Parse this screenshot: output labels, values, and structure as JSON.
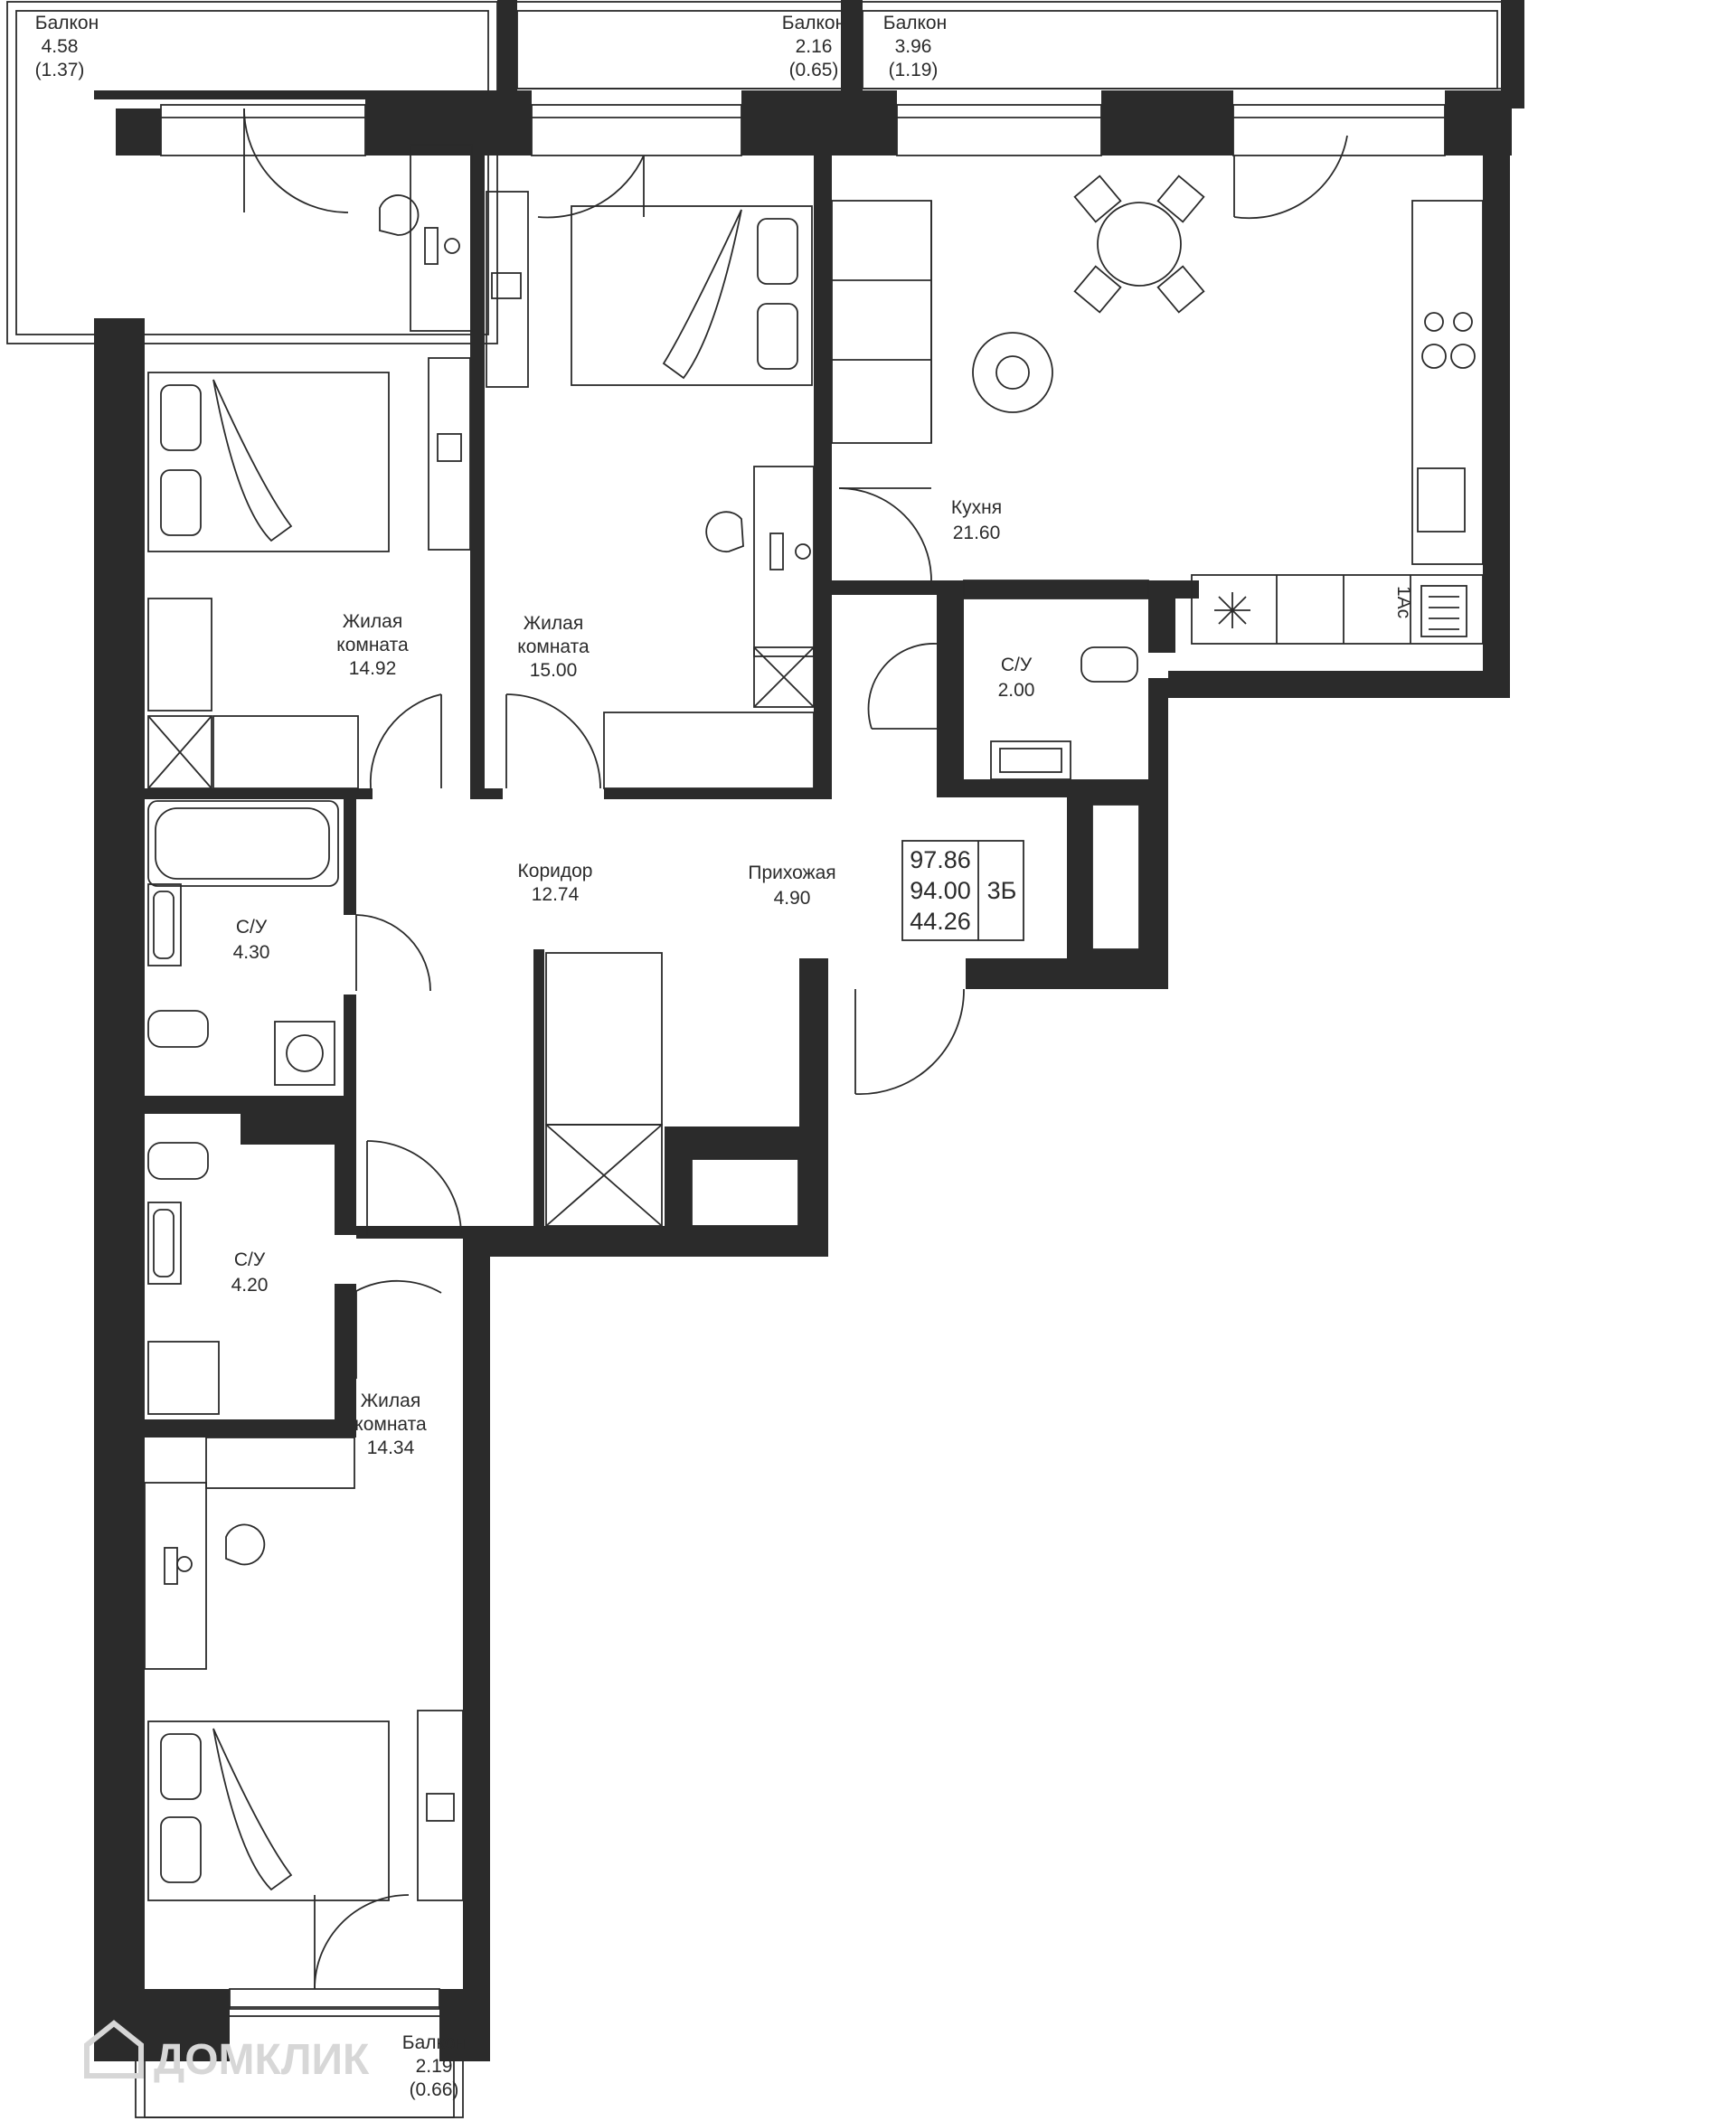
{
  "rooms": {
    "balcony_1": {
      "name": "Балкон",
      "area": "4.58",
      "reduced": "(1.37)"
    },
    "balcony_2": {
      "name": "Балкон",
      "area": "2.16",
      "reduced": "(0.65)"
    },
    "balcony_3": {
      "name": "Балкон",
      "area": "3.96",
      "reduced": "(1.19)"
    },
    "balcony_4": {
      "name": "Балкон",
      "area": "2.19",
      "reduced": "(0.66)"
    },
    "living_1": {
      "name_line1": "Жилая",
      "name_line2": "комната",
      "area": "14.92"
    },
    "living_2": {
      "name_line1": "Жилая",
      "name_line2": "комната",
      "area": "15.00"
    },
    "living_3": {
      "name_line1": "Жилая",
      "name_line2": "комната",
      "area": "14.34"
    },
    "kitchen": {
      "name": "Кухня",
      "area": "21.60"
    },
    "bath_1": {
      "name": "С/У",
      "area": "2.00"
    },
    "bath_2": {
      "name": "С/У",
      "area": "4.30"
    },
    "bath_3": {
      "name": "С/У",
      "area": "4.20"
    },
    "corridor": {
      "name": "Коридор",
      "area": "12.74"
    },
    "hallway": {
      "name": "Прихожая",
      "area": "4.90"
    }
  },
  "summary": {
    "total": "97.86",
    "area": "94.00",
    "living": "44.26",
    "rooms": "3Б"
  },
  "kitchen_tag": "1Ас",
  "watermark": "ДОМКЛИК",
  "colors": {
    "wall": "#2b2b2b",
    "background": "#ffffff",
    "watermark": "#d7d7d7"
  }
}
